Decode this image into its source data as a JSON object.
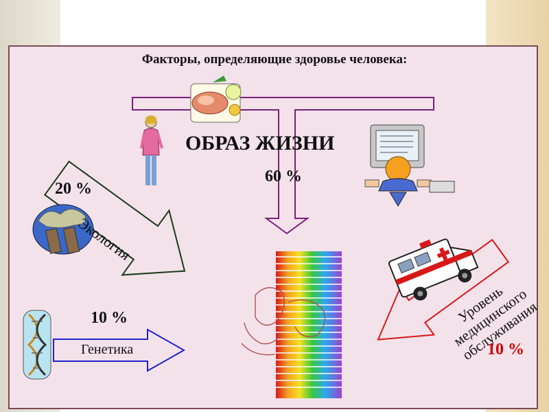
{
  "slide": {
    "title": "Факторы, определяющие здоровье человека:"
  },
  "factors": {
    "lifestyle": {
      "label": "ОБРАЗ ЖИЗНИ",
      "percent": "60 %"
    },
    "ecology": {
      "label": "Экология",
      "percent": "20 %"
    },
    "genetics": {
      "label": "Генетика",
      "percent": "10 %"
    },
    "medicine": {
      "label_lines": [
        "Уровень",
        "медицинского",
        "обслуживания"
      ],
      "percent": "10 %"
    }
  },
  "colors": {
    "panel_bg": "#f4e2ea",
    "panel_border": "#7a4a55",
    "lifestyle_arrow": "#7a1f7a",
    "ecology_arrow": "#1a3a1a",
    "genetics_arrow": "#2222cc",
    "medicine_arrow": "#d81818",
    "medicine_percent": "#cc0000"
  },
  "icons": [
    "food-icon",
    "woman-icon",
    "computer-user-icon",
    "factory-icon",
    "dna-icon",
    "ambulance-icon",
    "rainbow-human-icon"
  ]
}
